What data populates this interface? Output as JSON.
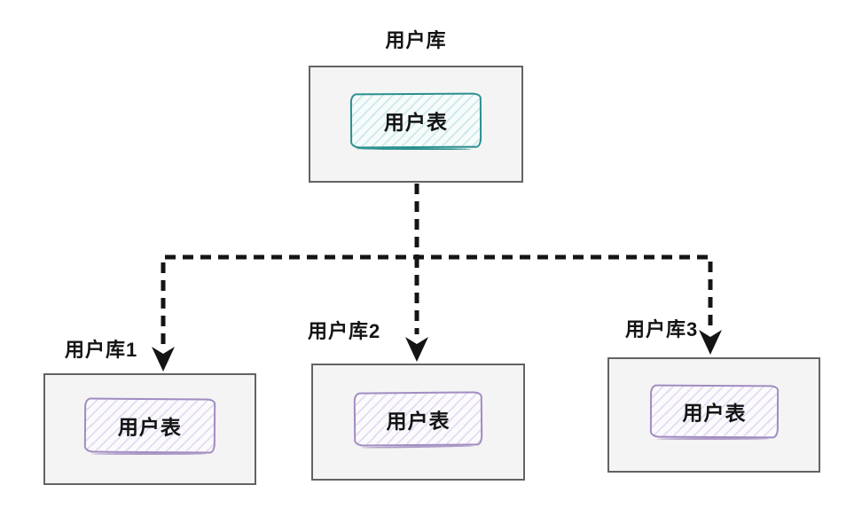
{
  "diagram": {
    "type": "database-sharding-flow",
    "nodes": [
      {
        "id": "user-db-master",
        "label": "用户库",
        "table_label": "用户表",
        "accent": "teal"
      },
      {
        "id": "user-db-shard1",
        "label": "用户库1",
        "table_label": "用户表",
        "accent": "purple"
      },
      {
        "id": "user-db-shard2",
        "label": "用户库2",
        "table_label": "用户表",
        "accent": "purple"
      },
      {
        "id": "user-db-shard3",
        "label": "用户库3",
        "table_label": "用户表",
        "accent": "purple"
      }
    ],
    "edges": [
      {
        "from": "user-db-master",
        "to": "user-db-shard1",
        "style": "dashed-arrow"
      },
      {
        "from": "user-db-master",
        "to": "user-db-shard2",
        "style": "dashed-arrow"
      },
      {
        "from": "user-db-master",
        "to": "user-db-shard3",
        "style": "dashed-arrow"
      }
    ],
    "colors": {
      "connector": "#141414",
      "outer-border": "#636363",
      "outer-fill": "#f4f4f4",
      "teal-border": "#2b8f8f",
      "teal-fill": "#f6fbfb",
      "teal-hatch": "#cde9e9",
      "purple-border": "#a18cc0",
      "purple-fill": "#fbfafd",
      "purple-hatch": "#e4dcf0",
      "text": "#141414",
      "background": "#ffffff"
    }
  }
}
